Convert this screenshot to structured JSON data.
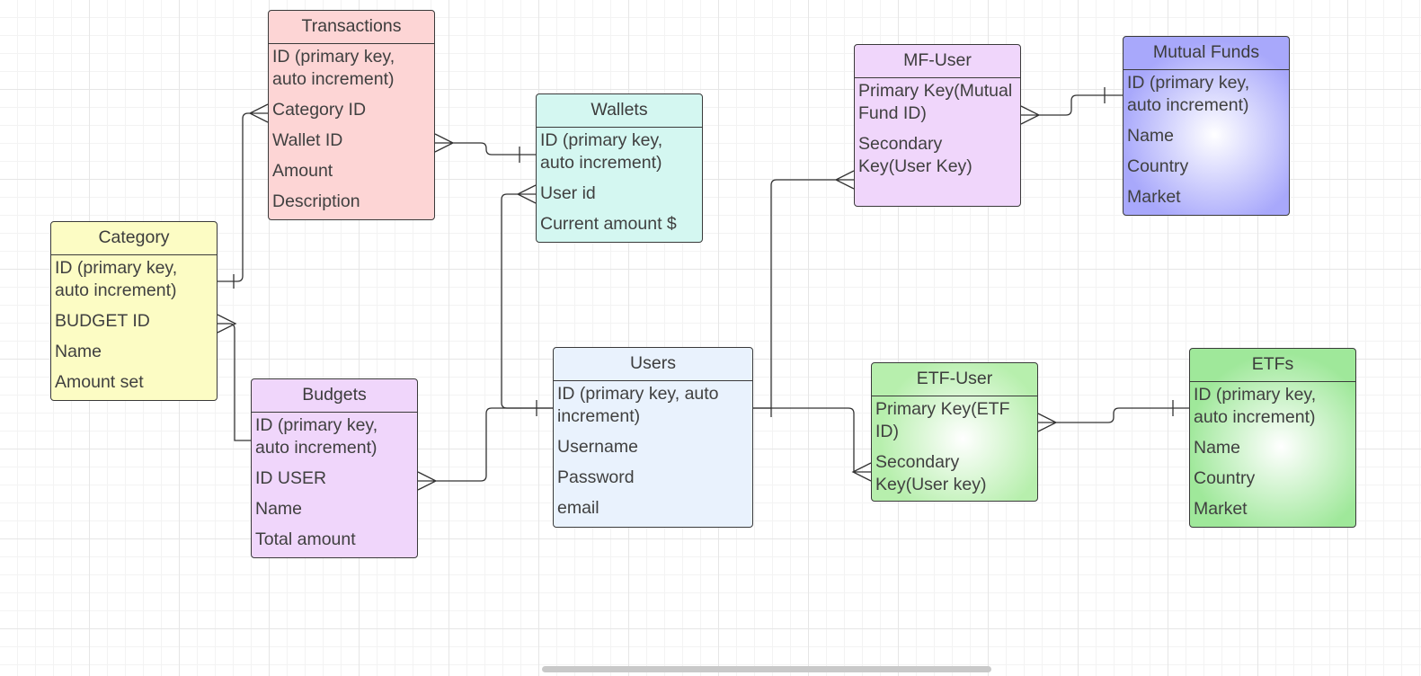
{
  "colors": {
    "category": "#fcfcc4",
    "transactions": "#fdd5d5",
    "wallets": "#d4f7f1",
    "budgets": "#f0d6fb",
    "users": "#e9f2fd",
    "mf_user": "#f0d6fb",
    "mutual_funds": "#a8a8fb",
    "etf_user": "#b7efad",
    "etfs": "#9fe89a",
    "line": "#333333"
  },
  "entities": {
    "category": {
      "title": "Category",
      "fields": [
        "ID (primary key, auto increment)",
        "BUDGET ID",
        "Name",
        "Amount set"
      ]
    },
    "transactions": {
      "title": "Transactions",
      "fields": [
        "ID (primary key, auto increment)",
        "Category ID",
        "Wallet ID",
        "Amount",
        "Description"
      ]
    },
    "wallets": {
      "title": "Wallets",
      "fields": [
        "ID (primary key, auto increment)",
        "User id",
        "Current amount $"
      ]
    },
    "budgets": {
      "title": "Budgets",
      "fields": [
        "ID (primary key, auto increment)",
        "ID USER",
        "Name",
        "Total amount"
      ]
    },
    "users": {
      "title": "Users",
      "fields": [
        "ID (primary key, auto increment)",
        "Username",
        "Password",
        "email"
      ]
    },
    "mf_user": {
      "title": "MF-User",
      "fields": [
        "Primary Key(Mutual Fund ID)",
        "Secondary Key(User Key)"
      ]
    },
    "mutual_funds": {
      "title": "Mutual Funds",
      "fields": [
        "ID (primary key, auto increment)",
        "Name",
        "Country",
        "Market"
      ]
    },
    "etf_user": {
      "title": "ETF-User",
      "fields": [
        "Primary Key(ETF ID)",
        "Secondary Key(User key)"
      ]
    },
    "etfs": {
      "title": "ETFs",
      "fields": [
        "ID (primary key, auto increment)",
        "Name",
        "Country",
        "Market"
      ]
    }
  },
  "relationships": [
    {
      "from": "category",
      "from_end": "one",
      "to": "transactions",
      "to_end": "many"
    },
    {
      "from": "category",
      "from_end": "many",
      "to": "budgets",
      "to_end": "one"
    },
    {
      "from": "transactions",
      "from_end": "many",
      "to": "wallets",
      "to_end": "one"
    },
    {
      "from": "wallets",
      "from_end": "many",
      "to": "users",
      "to_end": "one"
    },
    {
      "from": "budgets",
      "from_end": "many",
      "to": "users",
      "to_end": "one"
    },
    {
      "from": "users",
      "from_end": "one",
      "to": "mf_user",
      "to_end": "many"
    },
    {
      "from": "users",
      "from_end": "one",
      "to": "etf_user",
      "to_end": "many"
    },
    {
      "from": "mf_user",
      "from_end": "many",
      "to": "mutual_funds",
      "to_end": "one"
    },
    {
      "from": "etf_user",
      "from_end": "many",
      "to": "etfs",
      "to_end": "one"
    }
  ]
}
